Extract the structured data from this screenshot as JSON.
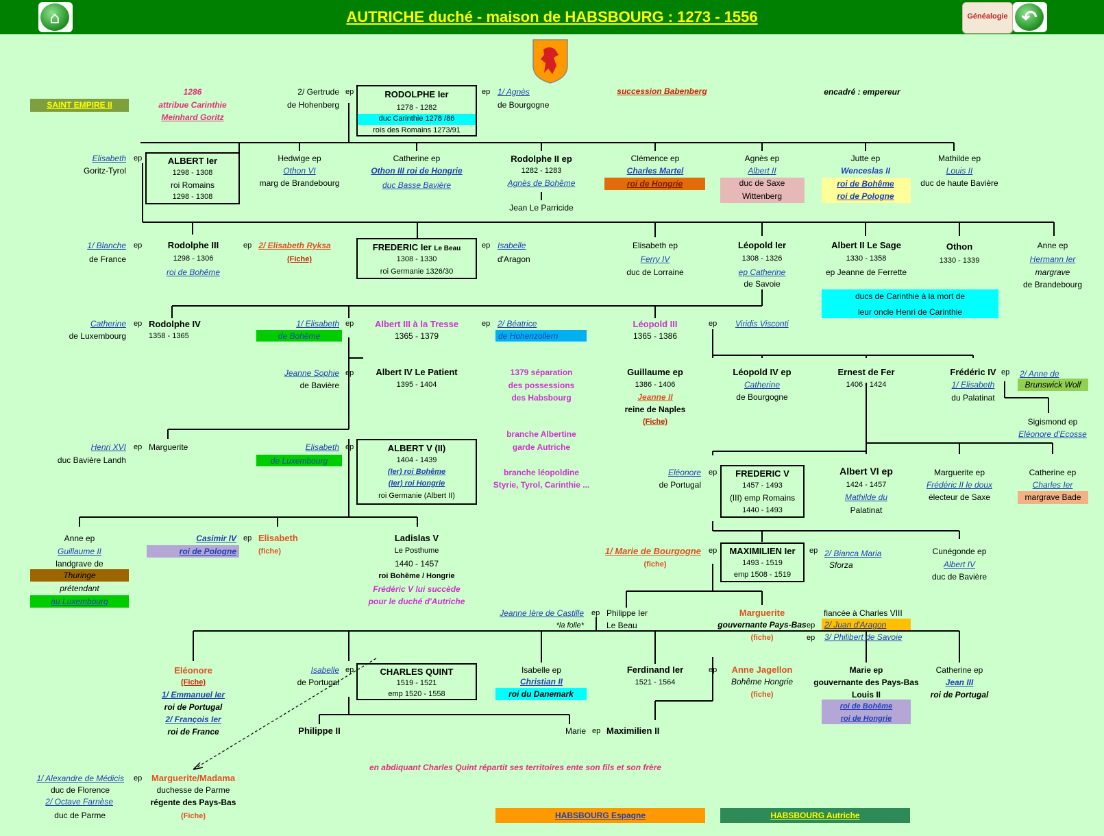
{
  "header": {
    "title": "AUTRICHE duché - maison de HABSBOURG  :  1273 - 1556",
    "home_icon": "home-icon",
    "genealogie": "Généalogie",
    "back_icon": "back-arrow-icon"
  },
  "colors": {
    "background": "#ccffcc",
    "header": "#008000",
    "title": "#ffff00",
    "cyan": "#00ffff",
    "orange": "#ff9900",
    "green": "#00cc00",
    "purple": "#b4a7d6",
    "lightpink": "#e6b8b7",
    "lightyellow": "#ffff99",
    "olive": "#7f9f3f",
    "brown": "#9c6500",
    "salmon": "#f4b183",
    "blue": "#00b0f0"
  },
  "top": {
    "saint_empire": "SAINT EMPIRE II",
    "note_1286": "1286",
    "attribue_carinthie": "attribue Carinthie",
    "meinhard": "Meinhard Goritz",
    "gertrude": "2/ Gertrude",
    "de_hohenberg": "de Hohenberg",
    "ep": "ep",
    "rodolphe1_name": "RODOLPHE Ier",
    "rodolphe1_dates": "1278 - 1282",
    "rodolphe1_duc": "duc Carinthie 1278 /86",
    "rodolphe1_rois": "rois des Romains 1273/91",
    "agnes": "1/ Agnès",
    "de_bourgogne": "de Bourgogne",
    "succession": "succession Babenberg",
    "encadre": "encadré : empereur"
  },
  "gen2": {
    "elisabeth": "Elisabeth",
    "goritz_tyrol": "Goritz-Tyrol",
    "albert1_name": "ALBERT Ier",
    "albert1_d1": "1298 - 1308",
    "albert1_roi": "roi Romains",
    "albert1_d2": "1298 - 1308",
    "hedwige": "Hedwige ep",
    "othon6": "Othon VI",
    "marg_brand": "marg de Brandebourg",
    "catherine": "Catherine ep",
    "othon3": "Othon III roi de Hongrie",
    "duc_basse": "duc Basse Bavière",
    "rodolphe2": "Rodolphe II ep",
    "rodolphe2_dates": "1282 - 1283",
    "agnes_boheme": "Agnès de Bohême",
    "jean_parricide": "Jean Le Parricide",
    "clemence": "Clémence ep",
    "charles_martel": "Charles Martel",
    "roi_hongrie": "roi de Hongrie",
    "agnes2": "Agnès ep",
    "albert2": "Albert II",
    "duc_saxe": "duc de Saxe",
    "wittenberg": "Wittenberg",
    "jutte": "Jutte ep",
    "wenceslas": "Wenceslas II",
    "roi_boheme": "roi de Bohême",
    "roi_pologne": "roi de Pologne",
    "mathilde": "Mathilde ep",
    "louis2": "Louis II",
    "duc_haute": "duc de haute Bavière"
  },
  "gen3": {
    "blanche": "1/ Blanche",
    "de_france": "de France",
    "rodolphe3": "Rodolphe III",
    "rodolphe3_dates": "1298 - 1306",
    "roi_boheme": "roi de Bohême",
    "elisabeth_ryksa": "2/ Elisabeth Ryksa",
    "fiche": "(Fiche)",
    "frederic1": "FREDERIC Ier",
    "le_beau": "Le Beau",
    "frederic1_dates": "1308 - 1330",
    "roi_germanie": "roi Germanie 1326/30",
    "isabelle": "Isabelle",
    "daragon": "d'Aragon",
    "elisabeth": "Elisabeth ep",
    "ferry4": "Ferry IV",
    "duc_lorraine": "duc de Lorraine",
    "leopold1": "Léopold Ier",
    "leopold1_dates": "1308 - 1326",
    "ep_catherine": "ep Catherine",
    "de_savoie": "de Savoie",
    "albert2_sage": "Albert II Le Sage",
    "albert2_dates": "1330 - 1358",
    "ep_jeanne": "ep Jeanne de Ferrette",
    "othon": "Othon",
    "othon_dates": "1330 - 1339",
    "anne": "Anne ep",
    "hermann": "Hermann Ier",
    "margrave": "margrave",
    "de_brandebourg": "de Brandebourg",
    "ducs_carinthie_1": "ducs de Carinthie à la mort de",
    "ducs_carinthie_2": "leur oncle Henri de Carinthie"
  },
  "gen4": {
    "catherine": "Catherine",
    "de_luxembourg": "de Luxembourg",
    "rodolphe4": "Rodolphe IV",
    "rodolphe4_dates": "1358 - 1365",
    "elisabeth1": "1/ Elisabeth",
    "de_boheme": "de Bohême",
    "albert3": "Albert III à la Tresse",
    "albert3_dates": "1365 - 1379",
    "beatrice": "2/ Béatrice",
    "de_hohenzollern": "de Hohenzollern",
    "leopold3": "Léopold III",
    "leopold3_dates": "1365 - 1386",
    "viridis": "Viridis Visconti"
  },
  "gen5": {
    "jeanne_sophie": "Jeanne Sophie",
    "de_baviere": "de Bavière",
    "albert4": "Albert  IV Le Patient",
    "albert4_dates": "1395 - 1404",
    "sep1": "1379 séparation",
    "sep2": "des possessions",
    "sep3": "des Habsbourg",
    "guillaume": "Guillaume ep",
    "guillaume_dates": "1386 - 1406",
    "jeanne2": "Jeanne II",
    "reine_naples": "reine de Naples",
    "fiche": "(Fiche)",
    "leopold4": "Léopold IV ep",
    "catherine": "Catherine",
    "de_bourgogne": "de Bourgogne",
    "ernest": "Ernest de Fer",
    "ernest_dates": "1406 - 1424",
    "frederic4": "Frédéric IV",
    "anne_de": "2/ Anne de",
    "brunswick": "Brunswick Wolf",
    "elisabeth1": "1/ Elisabeth",
    "du_palatinat": "du Palatinat",
    "sigismond": "Sigismond ep",
    "eleonore_ecosse": "Eléonore d'Ecosse"
  },
  "gen6": {
    "henri16": "Henri XVI",
    "duc_baviere_landh": "duc Bavière Landh",
    "marguerite": "Marguerite",
    "elisabeth": "Elisabeth",
    "de_luxembourg": "de Luxembourg",
    "albert5": "ALBERT V (II)",
    "albert5_dates": "1404 - 1439",
    "ier_boheme": "(Ier) roi Bohême",
    "ier_hongrie": "(Ier) roi Hongrie",
    "roi_germanie": "roi Germanie (Albert II)",
    "branche_alb1": "branche Albertine",
    "branche_alb2": "garde Autriche",
    "branche_leo1": "branche léopoldine",
    "branche_leo2": "Styrie, Tyrol, Carinthie ...",
    "eleonore": "Eléonore",
    "de_portugal": "de Portugal",
    "frederic5": "FREDERIC V",
    "frederic5_dates": "1457 - 1493",
    "emp_romains": "(III) emp Romains",
    "frederic5_d2": "1440 - 1493",
    "albert6": "Albert VI ep",
    "albert6_dates": "1424 - 1457",
    "mathilde_du": "Mathilde du",
    "palatinat": "Palatinat",
    "marguerite_ep": "Marguerite ep",
    "frederic2_doux": "Frédéric II le doux",
    "electeur_saxe": "électeur de Saxe",
    "catherine_ep": "Catherine ep",
    "charles1": "Charles Ier",
    "margrave_bade": "margrave Bade"
  },
  "gen7": {
    "anne_ep": "Anne ep",
    "guillaume2": "Guillaume II",
    "landgrave": "landgrave de",
    "thuringe": "Thuringe",
    "pretendant": "prétendant",
    "au_luxembourg": "au Luxembourg",
    "casimir": "Casimir IV",
    "roi_pologne": "roi de Pologne",
    "elisabeth": "Elisabeth",
    "fiche_lc": "(fiche)",
    "ladislas": "Ladislas  V",
    "posthume": "Le Posthume",
    "ladislas_dates": "1440 - 1457",
    "roi_boheme_hongrie": "roi Bohême / Hongrie",
    "frederic5_succede": "Frédéric V lui succède",
    "pour_duche": "pour le duché d'Autriche",
    "marie_bourgogne": "1/ Marie de Bourgogne",
    "maximilien1": "MAXIMILIEN Ier",
    "max_dates": "1493 - 1519",
    "max_emp": "emp 1508 - 1519",
    "bianca": "2/ Bianca Maria",
    "sforza": "Sforza",
    "cunegonde": "Cunégonde ep",
    "albert4": "Albert IV",
    "duc_baviere": "duc de Bavière"
  },
  "gen8": {
    "jeanne_castille": "Jeanne Ière de Castille",
    "la_folle": "*la folle*",
    "philippe1": "Philippe Ier",
    "le_beau": "Le Beau",
    "marguerite": "Marguerite",
    "gouv_pb": "gouvernante Pays-Bas",
    "fiche_lc": "(fiche)",
    "fiancee": "fiancée à  Charles VIII",
    "juan": "2/ Juan d'Aragon",
    "philibert": "3/ Philibert de Savoie"
  },
  "gen9": {
    "eleonore": "Eléonore",
    "fiche": "(Fiche)",
    "emmanuel": "1/ Emmanuel Ier",
    "roi_portugal": "roi de Portugal",
    "francois": "2/ François Ier",
    "roi_france": "roi de France",
    "isabelle": "Isabelle",
    "de_portugal": "de Portugal",
    "charles_quint": "CHARLES QUINT",
    "cq_dates": "1519 - 1521",
    "cq_emp": "emp 1520 - 1558",
    "isabelle_ep": "Isabelle ep",
    "christian2": "Christian II",
    "roi_danemark": "roi du Danemark",
    "ferdinand": "Ferdinand Ier",
    "ferdinand_dates": "1521 - 1564",
    "anne_jagellon": "Anne Jagellon",
    "boheme_hongrie": "Bohême Hongrie",
    "fiche_lc": "(fiche)",
    "marie_ep": "Marie ep",
    "gouv_pb": "gouvernante des Pays-Bas",
    "louis2": "Louis II",
    "roi_boheme": "roi de Bohême",
    "roi_hongrie": "roi de Hongrie",
    "catherine_ep": "Catherine ep",
    "jean3": "Jean III",
    "roi_portugal2": "roi de Portugal",
    "philippe2": "Philippe II",
    "marie": "Marie",
    "maximilien2": "Maximilien II",
    "abdication": "en abdiquant Charles Quint répartit ses territoires ente son fils et son frère"
  },
  "gen10": {
    "alexandre": "1/ Alexandre de Médicis",
    "duc_florence": "duc de Florence",
    "octave": "2/ Octave Farnèse",
    "duc_parme": "duc de Parme",
    "marguerite_madama": "Marguerite/Madama",
    "duchesse_parme": "duchesse de Parme",
    "regente": "régente des Pays-Bas",
    "fiche": "(Fiche)"
  },
  "footer": {
    "habsbourg_espagne": "HABSBOURG Espagne",
    "habsbourg_autriche": "HABSBOURG Autriche"
  }
}
